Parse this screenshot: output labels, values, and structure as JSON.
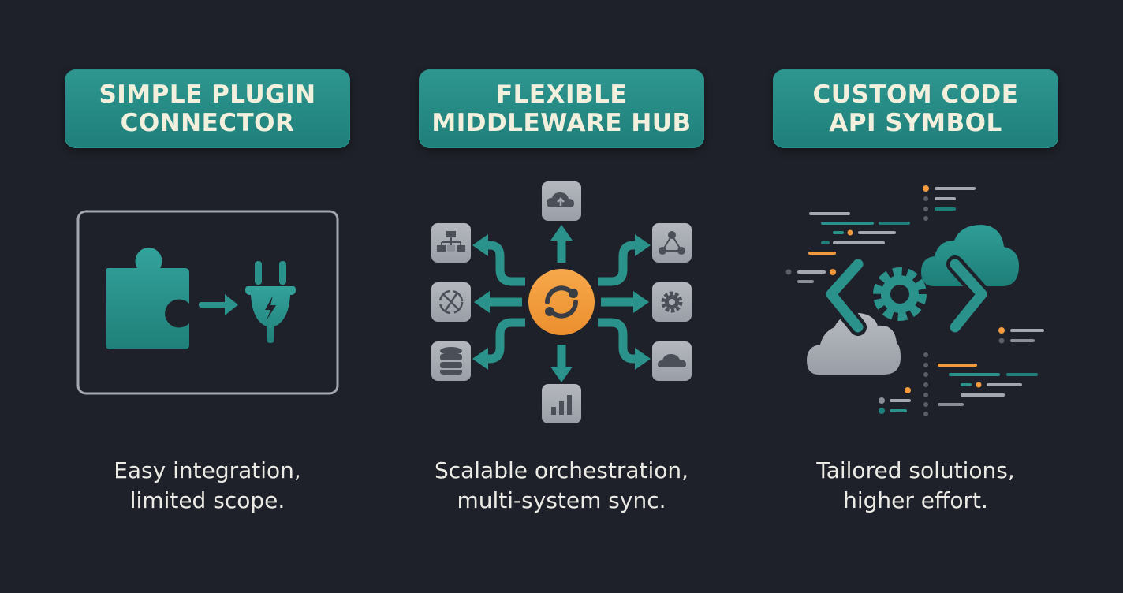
{
  "colors": {
    "background": "#1e2129",
    "teal": "#2b918b",
    "teal_dark": "#1f7f7a",
    "orange": "#f39a3c",
    "gray_tile": "#a9adb4",
    "gray_icon": "#4a4f58",
    "title_text": "#f2f0dc",
    "caption_text": "#eceae4"
  },
  "panels": [
    {
      "title_lines": [
        "SIMPLE PLUGIN",
        "CONNECTOR"
      ],
      "illustration": {
        "type": "plugin-connector",
        "icons": [
          "puzzle-piece-icon",
          "arrow-right-icon",
          "power-plug-icon",
          "lightning-bolt-icon"
        ]
      },
      "caption_lines": [
        "Easy integration,",
        "limited scope."
      ]
    },
    {
      "title_lines": [
        "FLEXIBLE",
        "MIDDLEWARE HUB"
      ],
      "illustration": {
        "type": "middleware-hub",
        "center_icon": "sync-icon",
        "nodes": [
          {
            "position": "top",
            "icon": "cloud-upload-icon"
          },
          {
            "position": "top-right",
            "icon": "network-triangle-icon"
          },
          {
            "position": "right",
            "icon": "gear-icon"
          },
          {
            "position": "bottom-right",
            "icon": "cloud-icon"
          },
          {
            "position": "bottom",
            "icon": "bar-chart-icon"
          },
          {
            "position": "bottom-left",
            "icon": "database-icon"
          },
          {
            "position": "left",
            "icon": "satellite-orbit-icon"
          },
          {
            "position": "top-left",
            "icon": "org-chart-icon"
          }
        ]
      },
      "caption_lines": [
        "Scalable orchestration,",
        "multi-system sync."
      ]
    },
    {
      "title_lines": [
        "CUSTOM CODE",
        "API SYMBOL"
      ],
      "illustration": {
        "type": "custom-code-api",
        "icons": [
          "code-brackets-icon",
          "gear-icon",
          "teal-cloud-icon",
          "gray-cloud-icon",
          "code-lines-decoration"
        ]
      },
      "caption_lines": [
        "Tailored solutions,",
        "higher effort."
      ]
    }
  ]
}
